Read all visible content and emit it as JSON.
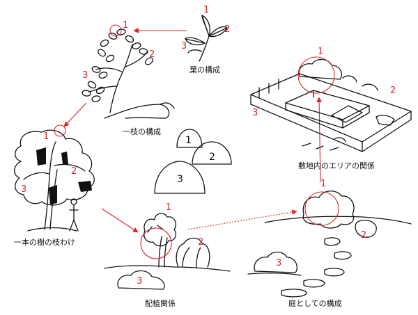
{
  "captions": {
    "leaf": "葉の構成",
    "branch": "一枝の構成",
    "tree": "一本の樹の枝わけ",
    "planting": "配植関係",
    "garden": "庭としての構成",
    "site": "敷地内のエリアの関係"
  },
  "markers": {
    "one": "1",
    "two": "2",
    "three": "3"
  },
  "colors": {
    "ink": "#111111",
    "accent": "#d8262c"
  }
}
